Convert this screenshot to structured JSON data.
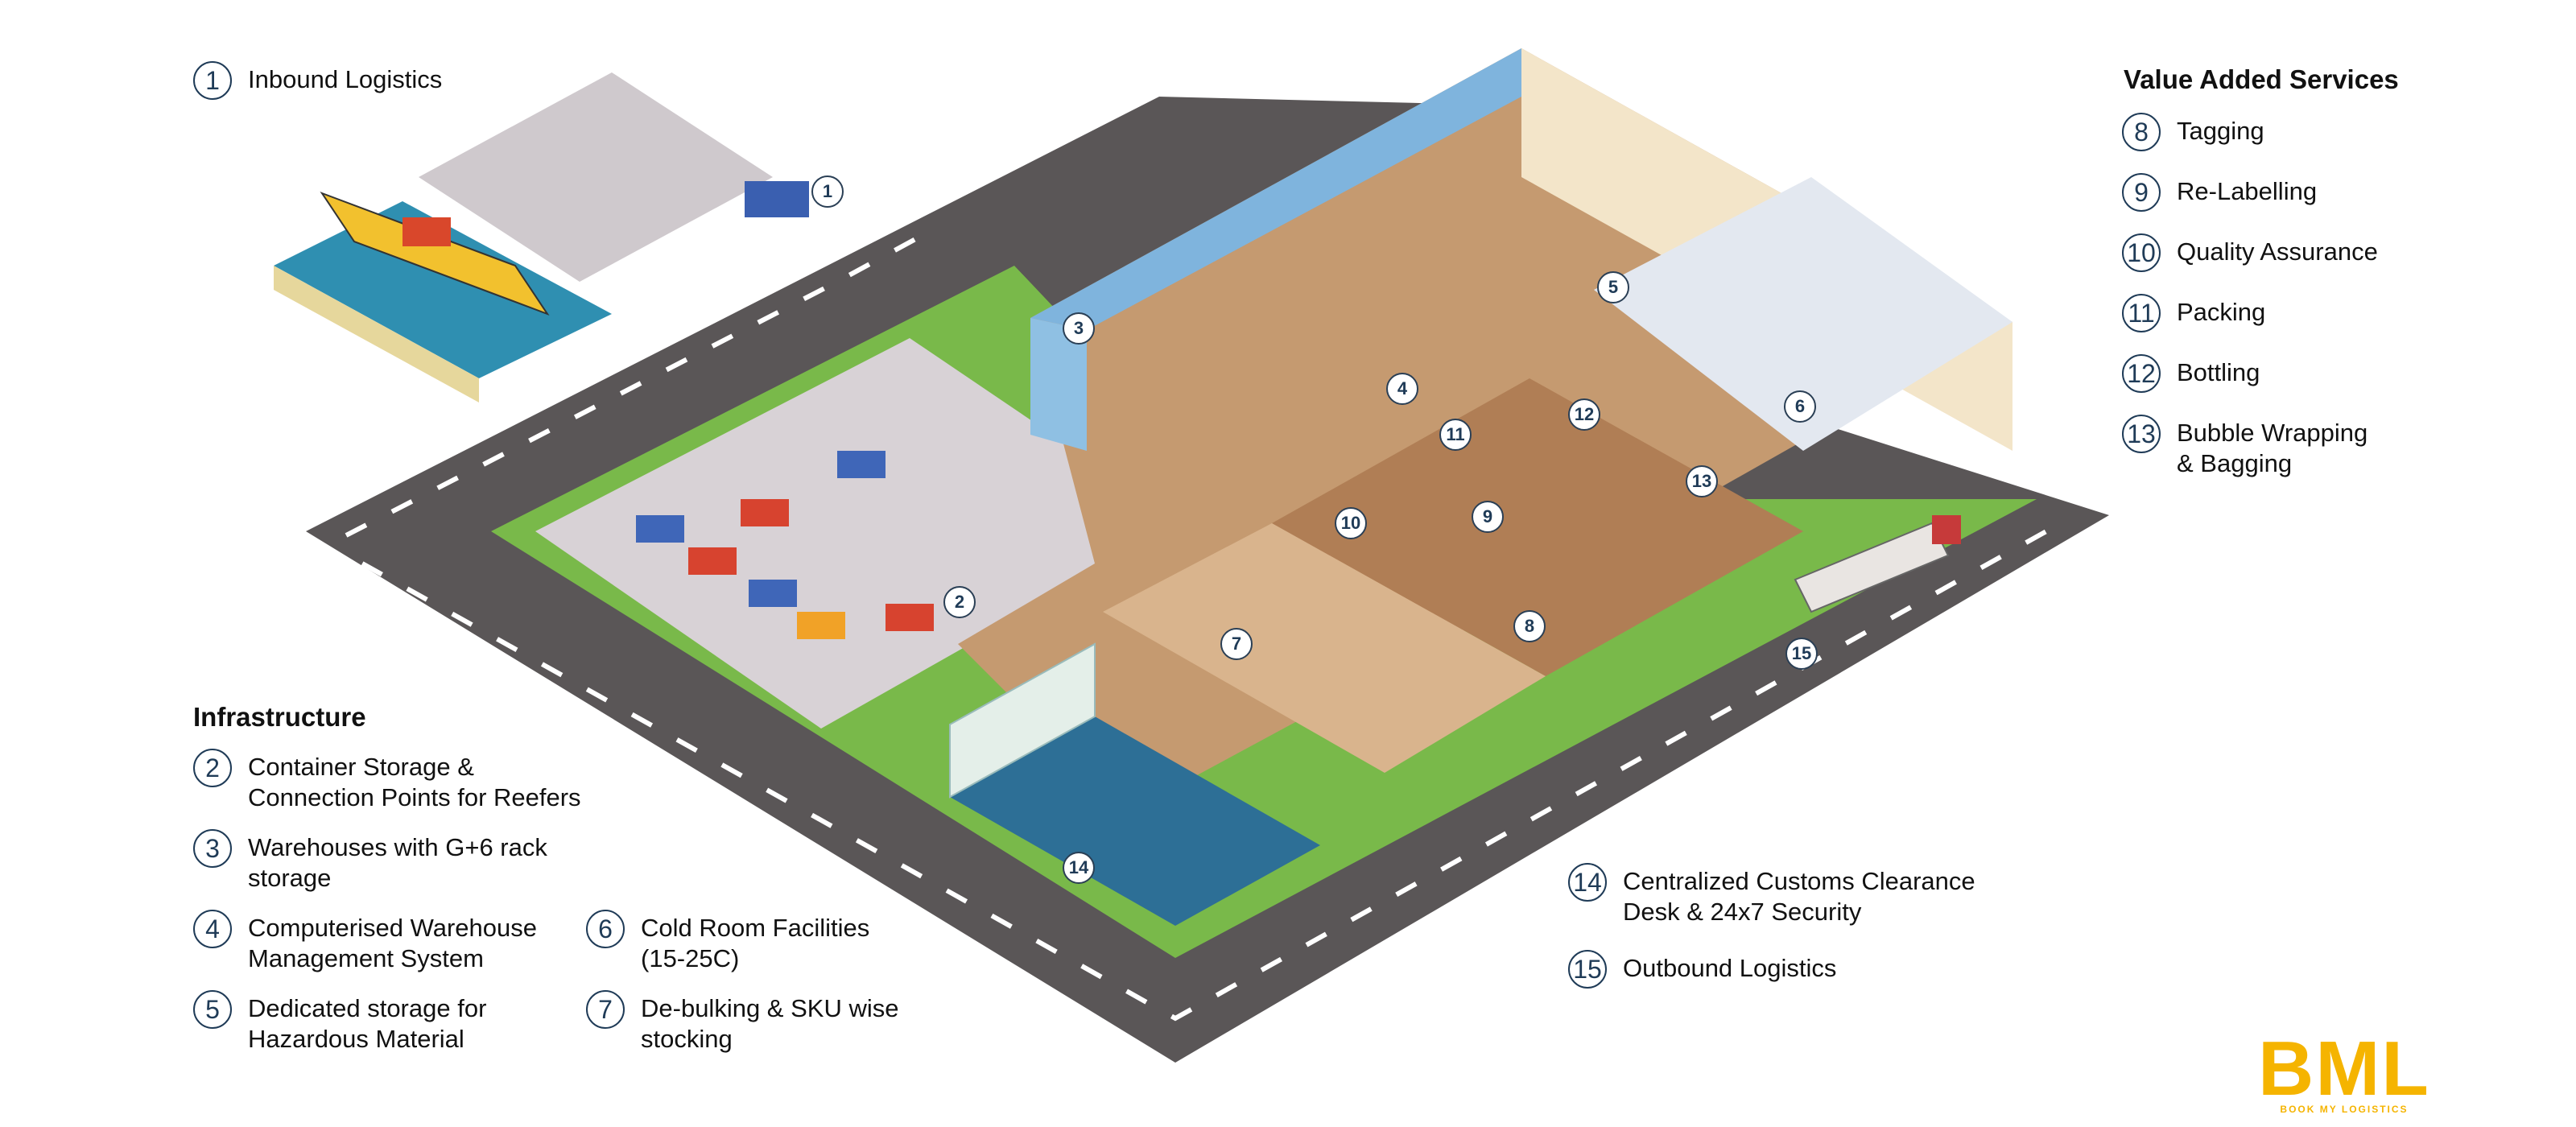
{
  "headings": {
    "infrastructure": "Infrastructure",
    "value_added": "Value Added Services"
  },
  "legend": {
    "inbound": {
      "num": "1",
      "label": "Inbound Logistics"
    },
    "infrastructure": [
      {
        "num": "2",
        "label": "Container Storage &\nConnection Points for Reefers"
      },
      {
        "num": "3",
        "label": "Warehouses with G+6 rack\nstorage"
      },
      {
        "num": "4",
        "label": "Computerised Warehouse\nManagement System"
      },
      {
        "num": "5",
        "label": "Dedicated storage for\nHazardous Material"
      },
      {
        "num": "6",
        "label": "Cold Room Facilities\n(15-25C)"
      },
      {
        "num": "7",
        "label": "De-bulking & SKU wise\nstocking"
      }
    ],
    "value_added": [
      {
        "num": "8",
        "label": "Tagging"
      },
      {
        "num": "9",
        "label": "Re-Labelling"
      },
      {
        "num": "10",
        "label": "Quality Assurance"
      },
      {
        "num": "11",
        "label": "Packing"
      },
      {
        "num": "12",
        "label": "Bottling"
      },
      {
        "num": "13",
        "label": "Bubble Wrapping\n& Bagging"
      }
    ],
    "customs": {
      "num": "14",
      "label": "Centralized Customs Clearance\nDesk & 24x7 Security"
    },
    "outbound": {
      "num": "15",
      "label": "Outbound Logistics"
    }
  },
  "map_badges": [
    "1",
    "2",
    "3",
    "4",
    "5",
    "6",
    "7",
    "8",
    "9",
    "10",
    "11",
    "12",
    "13",
    "14",
    "15"
  ],
  "logo": {
    "mark": "BML",
    "tagline": "BOOK MY LOGISTICS"
  },
  "colors": {
    "road": "#5a5657",
    "grass": "#79b94a",
    "yard": "#d8d2d6",
    "water": "#2f8fb1",
    "wall_blue": "#7fb4dd",
    "floor": "#b88a64",
    "accent": "#f5b400",
    "badge_border": "#1f3b57"
  }
}
